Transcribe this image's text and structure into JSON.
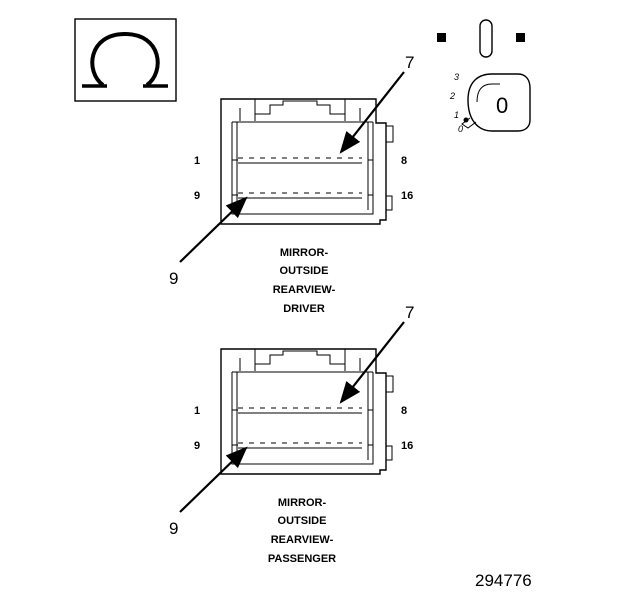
{
  "legend": {
    "symbol": "Ω",
    "symbol_name": "ohm-icon"
  },
  "ignition": {
    "positions": [
      "3",
      "2",
      "1",
      "0"
    ],
    "key_label": "0"
  },
  "connectors": [
    {
      "id": "driver",
      "pin_left_top": "1",
      "pin_left_bottom": "9",
      "pin_right_top": "8",
      "pin_right_bottom": "16",
      "callout_top": "7",
      "callout_bottom": "9",
      "caption_lines": [
        "MIRROR-",
        "OUTSIDE",
        "REARVIEW-",
        "DRIVER"
      ]
    },
    {
      "id": "passenger",
      "pin_left_top": "1",
      "pin_left_bottom": "9",
      "pin_right_top": "8",
      "pin_right_bottom": "16",
      "callout_top": "7",
      "callout_bottom": "9",
      "caption_lines": [
        "MIRROR-",
        "OUTSIDE",
        "REARVIEW-",
        "PASSENGER"
      ]
    }
  ],
  "figure_number": "294776"
}
